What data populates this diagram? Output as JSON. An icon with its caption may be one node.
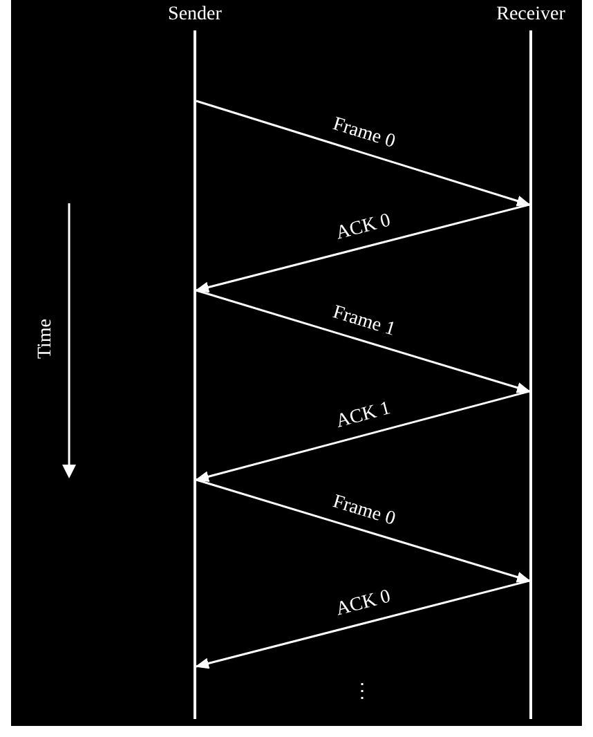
{
  "diagram": {
    "nodes": [
      {
        "text": [
          "Sender"
        ]
      },
      {
        "text": [
          "Receiver"
        ]
      }
    ],
    "edges": [
      {
        "from": 0,
        "to": 1,
        "arrow": "to",
        "label": "Frame 0"
      },
      {
        "from": 1,
        "to": 0,
        "arrow": "to",
        "label": "ACK 0"
      },
      {
        "from": 0,
        "to": 1,
        "arrow": "to",
        "label": "Frame 1"
      },
      {
        "from": 1,
        "to": 0,
        "arrow": "to",
        "label": "ACK 1"
      },
      {
        "from": 0,
        "to": 1,
        "arrow": "to",
        "label": "Frame 0"
      },
      {
        "from": 1,
        "to": 0,
        "arrow": "to",
        "label": "ACK 0"
      }
    ],
    "labels": [
      "Time",
      "⋮"
    ]
  }
}
